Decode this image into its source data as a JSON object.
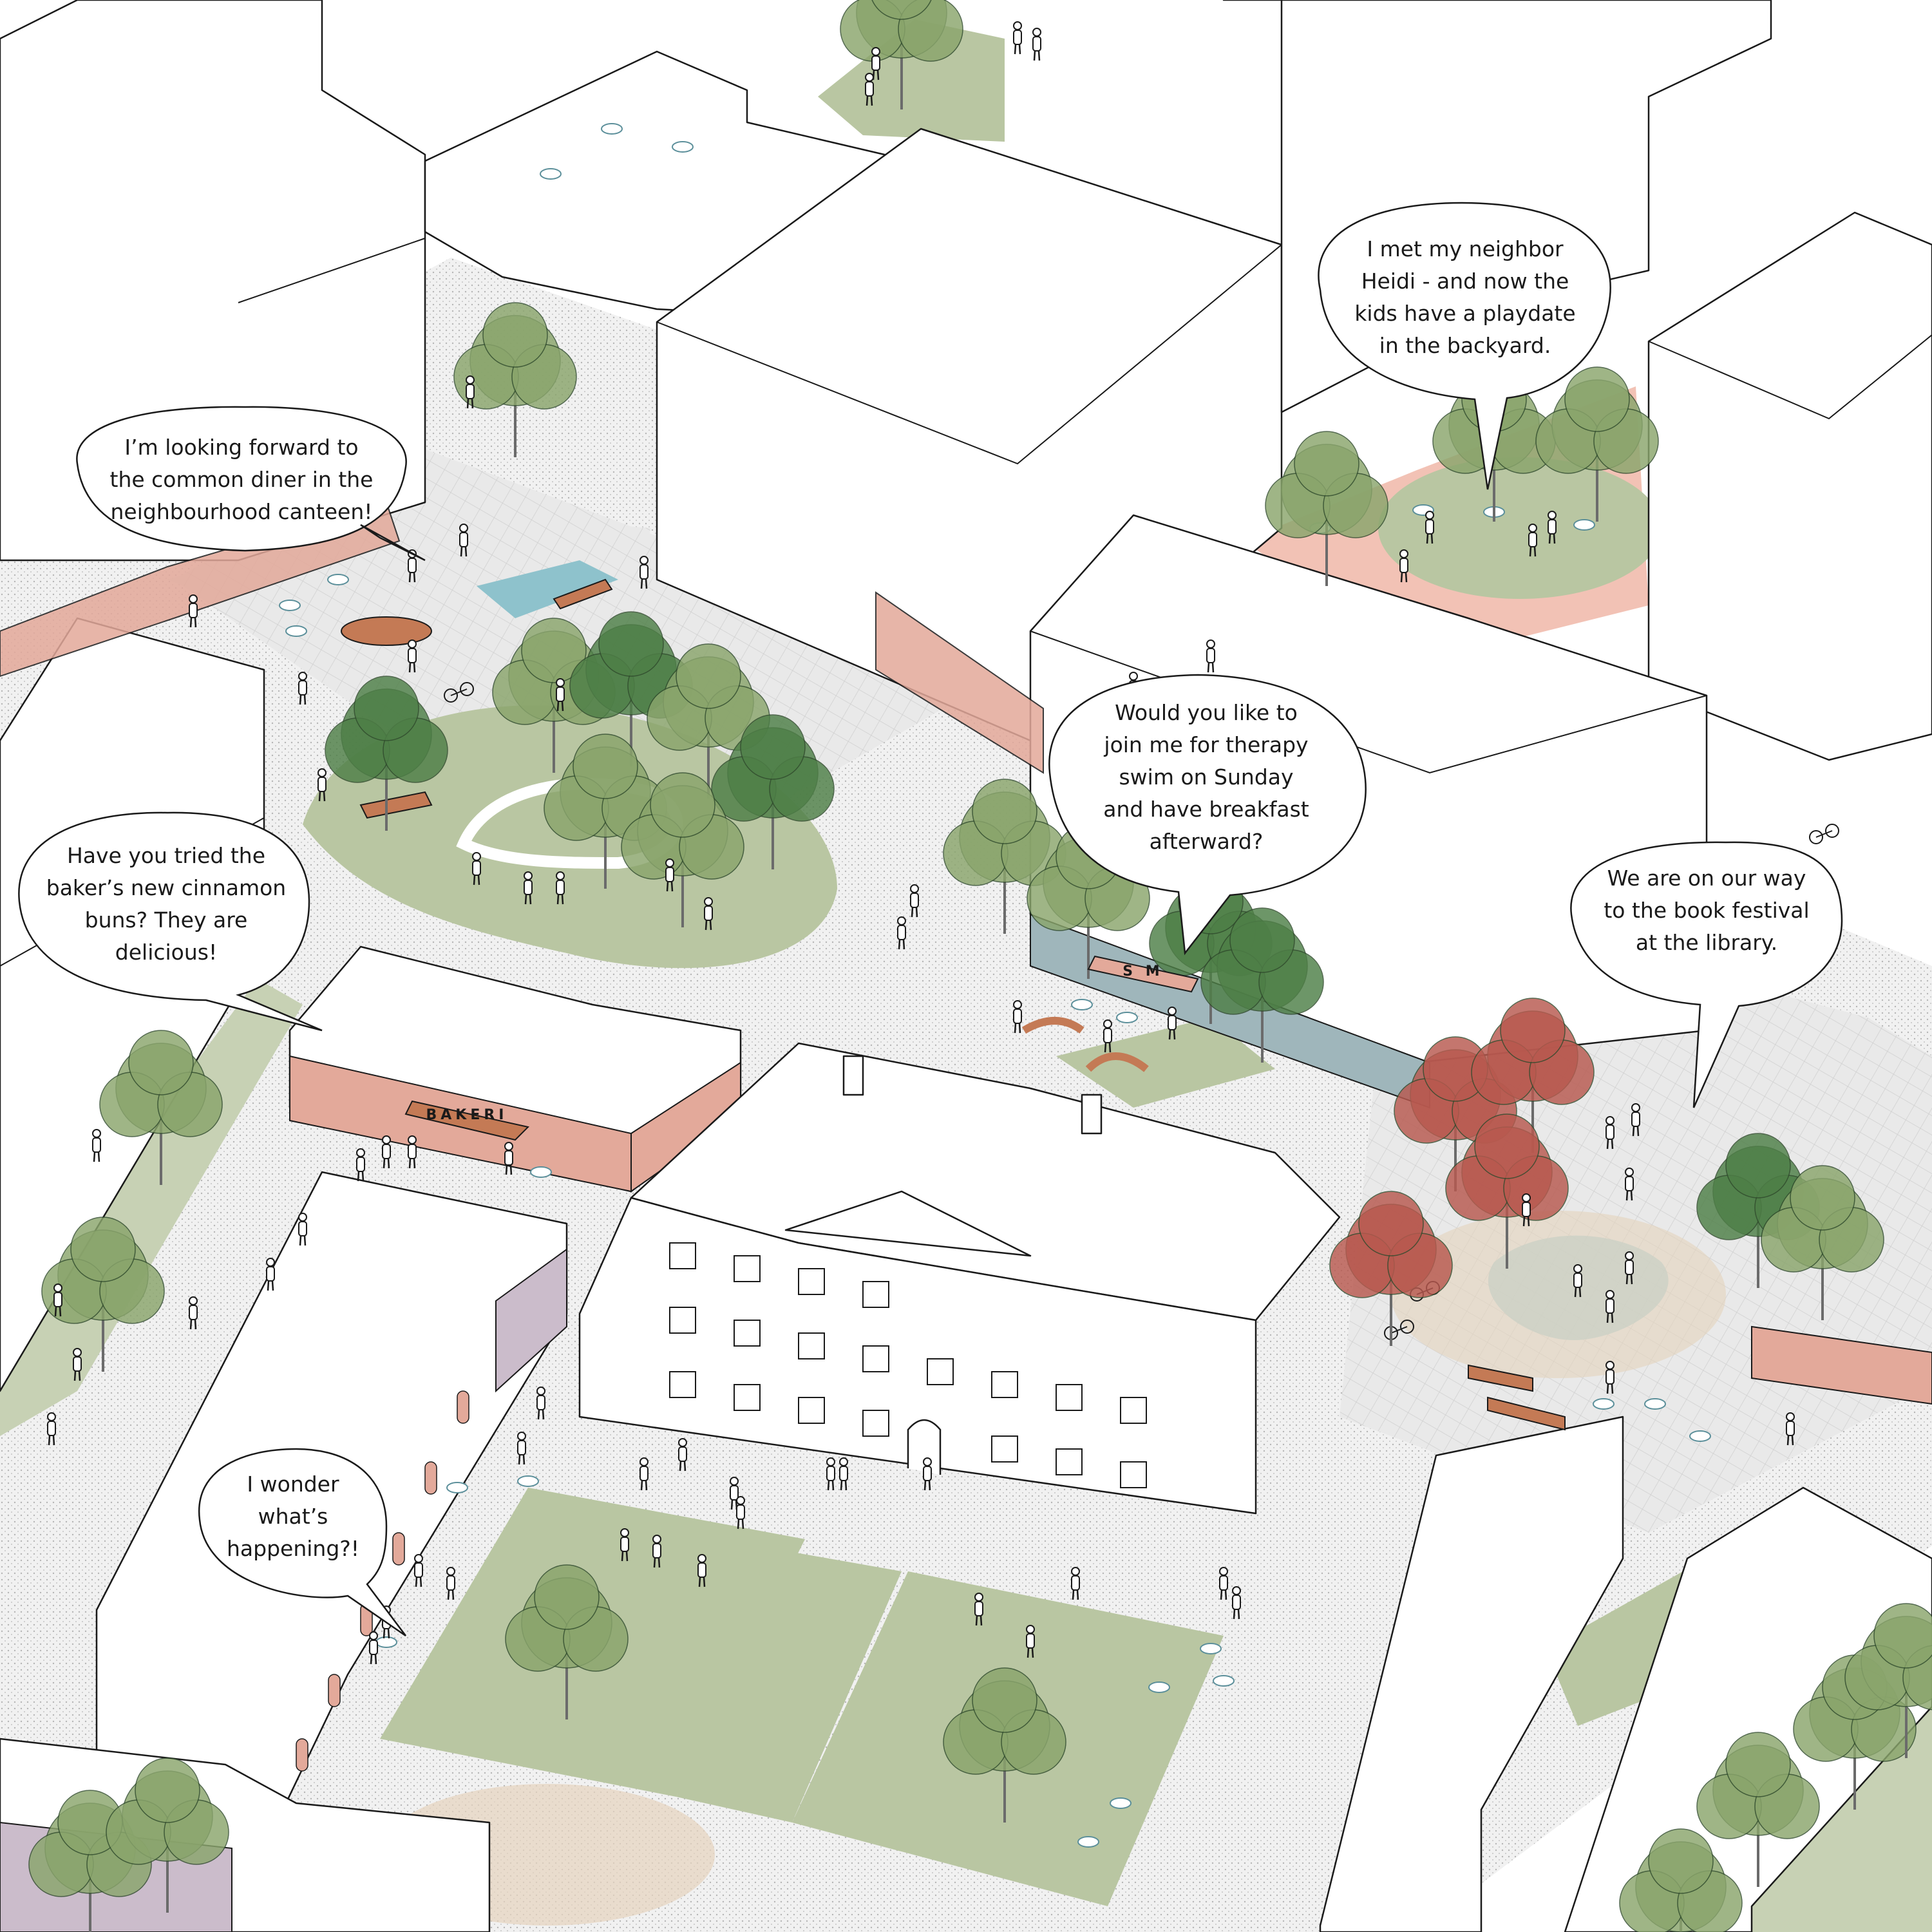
{
  "colors": {
    "background": "#ffffff",
    "lawn": "#b9c6a2",
    "lawn_light": "#d3dcc2",
    "paving": "#e6e6e6",
    "sand": "#e5d3bd",
    "brick": "#e3a99a",
    "pink_zone": "#f2c2b5",
    "teal_facade": "#9fb6bb",
    "mauve_facade": "#cbbccb",
    "water": "#8ec2cc",
    "tree_green": "#4e7f47",
    "tree_light": "#8aa56c",
    "tree_red": "#b8594f",
    "bench_wood": "#c47a55",
    "line": "#1a1a1a"
  },
  "speech_bubbles": [
    {
      "id": "canteen",
      "lines": [
        "I’m looking forward to",
        "the common diner in the",
        "neighbourhood canteen!"
      ]
    },
    {
      "id": "neighbor",
      "lines": [
        "I met my neighbor",
        "Heidi - and now the",
        "kids have a playdate",
        "in the backyard."
      ]
    },
    {
      "id": "therapy",
      "lines": [
        "Would you like to",
        "join me for therapy",
        "swim on Sunday",
        "and have breakfast",
        "afterward?"
      ]
    },
    {
      "id": "bakery",
      "lines": [
        "Have you tried the",
        "baker’s new cinnamon",
        "buns? They are",
        "delicious!"
      ]
    },
    {
      "id": "library",
      "lines": [
        "We are on our way",
        "to the book festival",
        "at the library."
      ]
    },
    {
      "id": "wonder",
      "lines": [
        "I wonder",
        "what’s",
        "happening?!"
      ]
    }
  ],
  "signs": {
    "bakery": "BAKERI",
    "pool": "S  M"
  },
  "icons": {
    "tree": "tree-icon",
    "person": "person-icon",
    "bench": "bench-icon",
    "cafe_table": "cafe-table-icon",
    "bicycle": "bicycle-icon"
  }
}
